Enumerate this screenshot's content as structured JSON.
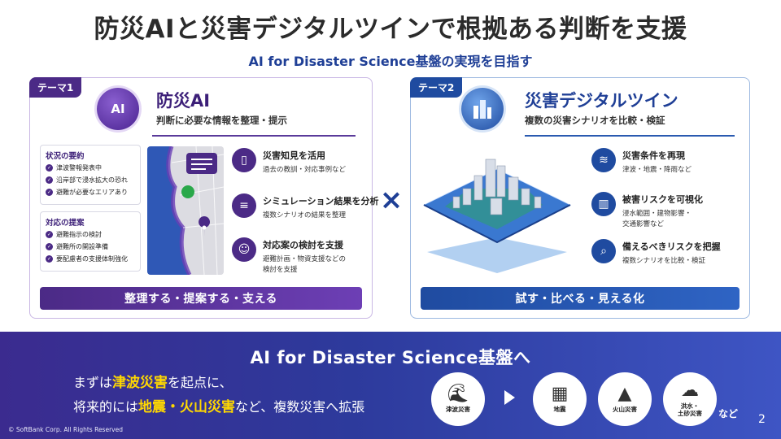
{
  "title": "防災AIと災害デジタルツインで根拠ある判断を支援",
  "subtitle": "AI for Disaster Science基盤の実現を目指す",
  "theme1": {
    "tag": "テーマ1",
    "icon_label": "AI",
    "title": "防災AI",
    "subtitle": "判断に必要な情報を整理・提示",
    "situation": {
      "heading": "状況の要約",
      "items": [
        "津波警報発表中",
        "沿岸部で浸水拡大の恐れ",
        "避難が必要なエリアあり"
      ]
    },
    "proposal": {
      "heading": "対応の提案",
      "items": [
        "避難指示の検討",
        "避難所の開設準備",
        "要配慮者の支援体制強化"
      ]
    },
    "features": [
      {
        "icon": "book-icon",
        "title": "災害知見を活用",
        "desc": "過去の教訓・対応事例など"
      },
      {
        "icon": "database-icon",
        "title": "シミュレーション結果を分析",
        "desc": "複数シナリオの結果を整理"
      },
      {
        "icon": "person-icon",
        "title": "対応案の検討を支援",
        "desc": "避難計画・物資支援などの\n検討を支援"
      }
    ],
    "bar": "整理する・提案する・支える",
    "accent": "#4b2a86"
  },
  "times_symbol": "×",
  "theme2": {
    "tag": "テーマ2",
    "title": "災害デジタルツイン",
    "subtitle": "複数の災害シナリオを比較・検証",
    "features": [
      {
        "icon": "waves-icon",
        "title": "災害条件を再現",
        "desc": "津波・地震・降雨など"
      },
      {
        "icon": "bar-chart-icon",
        "title": "被害リスクを可視化",
        "desc": "浸水範囲・建物影響・\n交通影響など"
      },
      {
        "icon": "magnifier-icon",
        "title": "備えるべきリスクを把握",
        "desc": "複数シナリオを比較・検証"
      }
    ],
    "bar": "試す・比べる・見える化",
    "accent": "#1f4ba0"
  },
  "banner": {
    "title": "AI for Disaster Science基盤へ",
    "line1_pre": "まずは",
    "line1_hl": "津波災害",
    "line1_post": "を起点に、",
    "line2_pre": "将来的には",
    "line2_hl": "地震・火山災害",
    "line2_post": "など、複数災害へ拡張",
    "disasters": [
      {
        "icon": "tsunami-icon",
        "label": "津波災害"
      },
      {
        "icon": "building-icon",
        "label": "地震"
      },
      {
        "icon": "volcano-icon",
        "label": "火山災害"
      },
      {
        "icon": "rain-cloud-icon",
        "label": "洪水・\n土砂災害"
      }
    ],
    "etc": "など"
  },
  "page_number": "2",
  "copyright": "© SoftBank Corp. All Rights Reserved"
}
